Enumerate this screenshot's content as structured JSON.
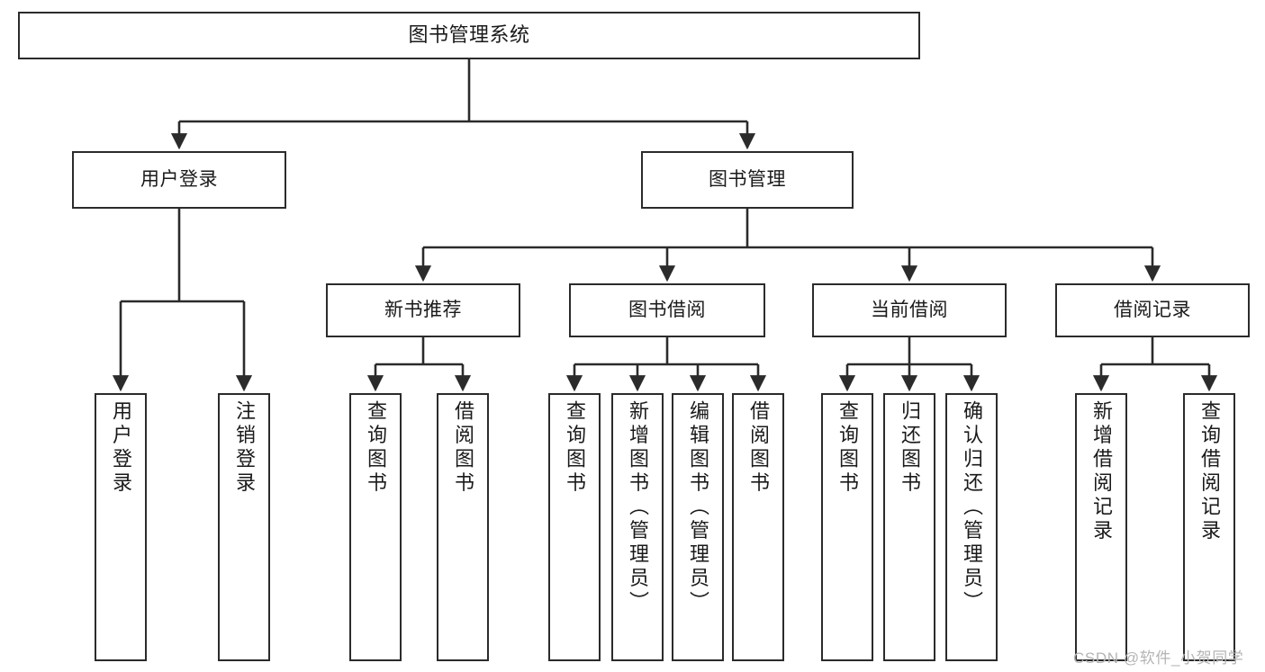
{
  "diagram": {
    "title": "图书管理系统",
    "type": "tree-hierarchy",
    "stroke_color": "#2b2b2b",
    "fill_color": "#ffffff",
    "text_color": "#1a1a1a"
  },
  "nodes": {
    "root": {
      "label": "图书管理系统"
    },
    "level2": [
      {
        "label": "用户登录"
      },
      {
        "label": "图书管理"
      }
    ],
    "level3": [
      {
        "label": "新书推荐"
      },
      {
        "label": "图书借阅"
      },
      {
        "label": "当前借阅"
      },
      {
        "label": "借阅记录"
      }
    ],
    "leaves_user_login": [
      {
        "label": "用户登录"
      },
      {
        "label": "注销登录"
      }
    ],
    "leaves_new_book": [
      {
        "label": "查询图书"
      },
      {
        "label": "借阅图书"
      }
    ],
    "leaves_borrow": [
      {
        "label": "查询图书"
      },
      {
        "label": "新增图书（管理员）"
      },
      {
        "label": "编辑图书（管理员）"
      },
      {
        "label": "借阅图书"
      }
    ],
    "leaves_current": [
      {
        "label": "查询图书"
      },
      {
        "label": "归还图书"
      },
      {
        "label": "确认归还（管理员）"
      }
    ],
    "leaves_record": [
      {
        "label": "新增借阅记录"
      },
      {
        "label": "查询借阅记录"
      }
    ]
  },
  "watermark": {
    "text": "CSDN @软件_小贺同学",
    "color": "#b4b4b4"
  }
}
